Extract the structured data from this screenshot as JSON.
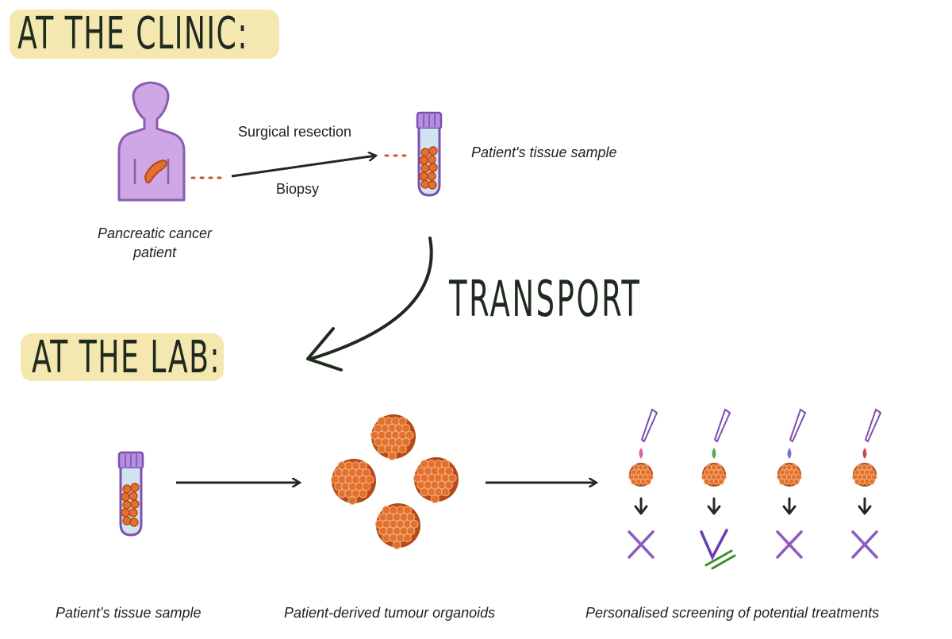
{
  "clinic": {
    "heading": "AT THE  CLINIC:",
    "patient_label_line1": "Pancreatic cancer",
    "patient_label_line2": "patient",
    "arrow_top_label": "Surgical resection",
    "arrow_bottom_label": "Biopsy",
    "sample_label": "Patient's tissue sample"
  },
  "transport": {
    "label": "TRANSPORT"
  },
  "lab": {
    "heading": "AT THE LAB:",
    "sample_label": "Patient's tissue sample",
    "organoids_label": "Patient-derived tumour organoids",
    "screening_label": "Personalised screening of potential treatments",
    "screening_results": [
      {
        "drop_color": "#d46aa8",
        "result": "cross"
      },
      {
        "drop_color": "#5fa84a",
        "result": "check"
      },
      {
        "drop_color": "#7a74c4",
        "result": "cross"
      },
      {
        "drop_color": "#d0445a",
        "result": "cross"
      }
    ]
  },
  "colors": {
    "heading_highlight": "#f5e7b0",
    "patient_fill": "#cfa6e6",
    "patient_stroke": "#8a5db0",
    "tube_stroke": "#7d4fb0",
    "tube_fill": "#cfe4ef",
    "tissue": "#e2702f",
    "tissue_dark": "#b54a17",
    "arrow": "#1f2a1e",
    "cross": "#8e5bc0",
    "check": "#6a3db0",
    "check_underline": "#3f8a2a"
  }
}
